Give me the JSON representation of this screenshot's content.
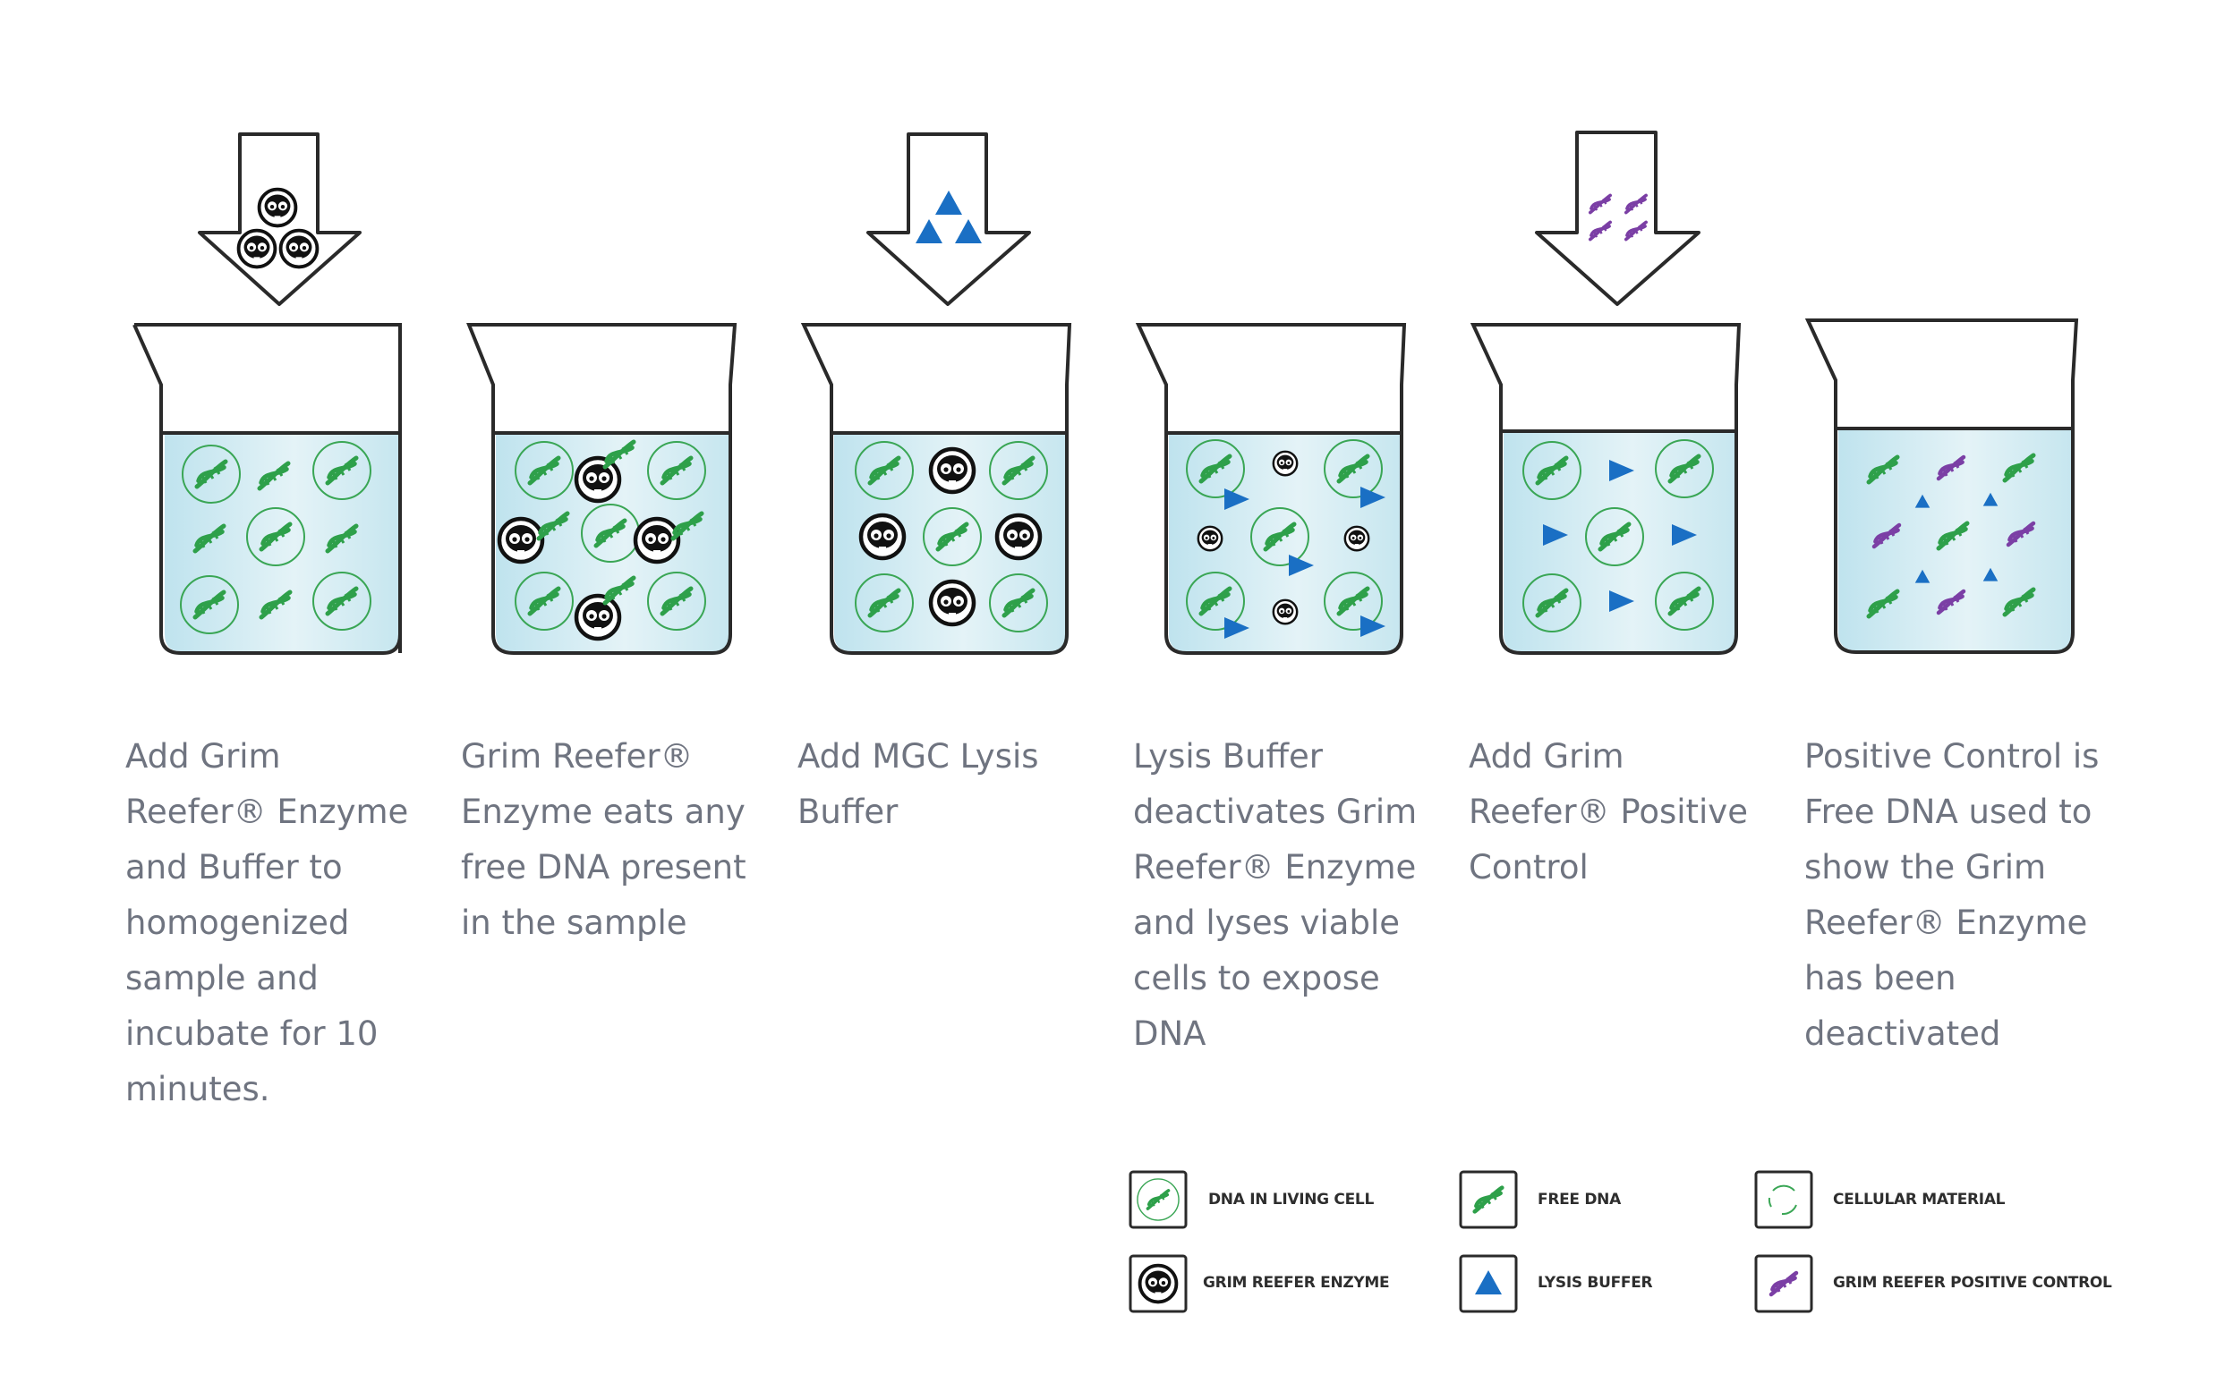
{
  "steps": [
    {
      "caption": "Add Grim Reefer® Enzyme and Buffer to homogenized sample and incubate for 10 minutes.",
      "arrow_content": "grim-reefer-enzyme",
      "beaker_content": "dna-in-living-cells-with-free-dna"
    },
    {
      "caption": "Grim Reefer® Enzyme eats any free DNA present in the sample",
      "arrow_content": "none",
      "beaker_content": "enzyme-eating-free-dna"
    },
    {
      "caption": "Add MGC Lysis Buffer",
      "arrow_content": "lysis-buffer",
      "beaker_content": "living-cells-and-enzyme"
    },
    {
      "caption": "Lysis Buffer deactivates Grim Reefer® Enzyme and lyses viable cells to expose DNA",
      "arrow_content": "none",
      "beaker_content": "lysis-in-progress"
    },
    {
      "caption": "Add Grim Reefer® Positive Control",
      "arrow_content": "positive-control",
      "beaker_content": "lysed-cells"
    },
    {
      "caption": "Positive Control is Free DNA used to show the Grim Reefer® Enzyme has been deactivated",
      "arrow_content": "none",
      "beaker_content": "free-dna-and-positive-control"
    }
  ],
  "legend": [
    {
      "label": "DNA IN LIVING CELL",
      "icon": "dna-in-cell-icon"
    },
    {
      "label": "FREE DNA",
      "icon": "free-dna-icon"
    },
    {
      "label": "CELLULAR MATERIAL",
      "icon": "cellular-material-icon"
    },
    {
      "label": "GRIM REEFER ENZYME",
      "icon": "grim-reefer-enzyme-icon"
    },
    {
      "label": "LYSIS BUFFER",
      "icon": "lysis-buffer-icon"
    },
    {
      "label": "GRIM REEFER POSITIVE CONTROL",
      "icon": "positive-control-icon"
    }
  ],
  "colors": {
    "dna_green": "#2ea04a",
    "cell_green": "#3aa655",
    "positive_control_purple": "#7b3fa5",
    "lysis_blue": "#1a6fc4",
    "liquid": "#cfe9f0",
    "caption_text": "#6f7480",
    "outline": "#2a2a2a"
  }
}
